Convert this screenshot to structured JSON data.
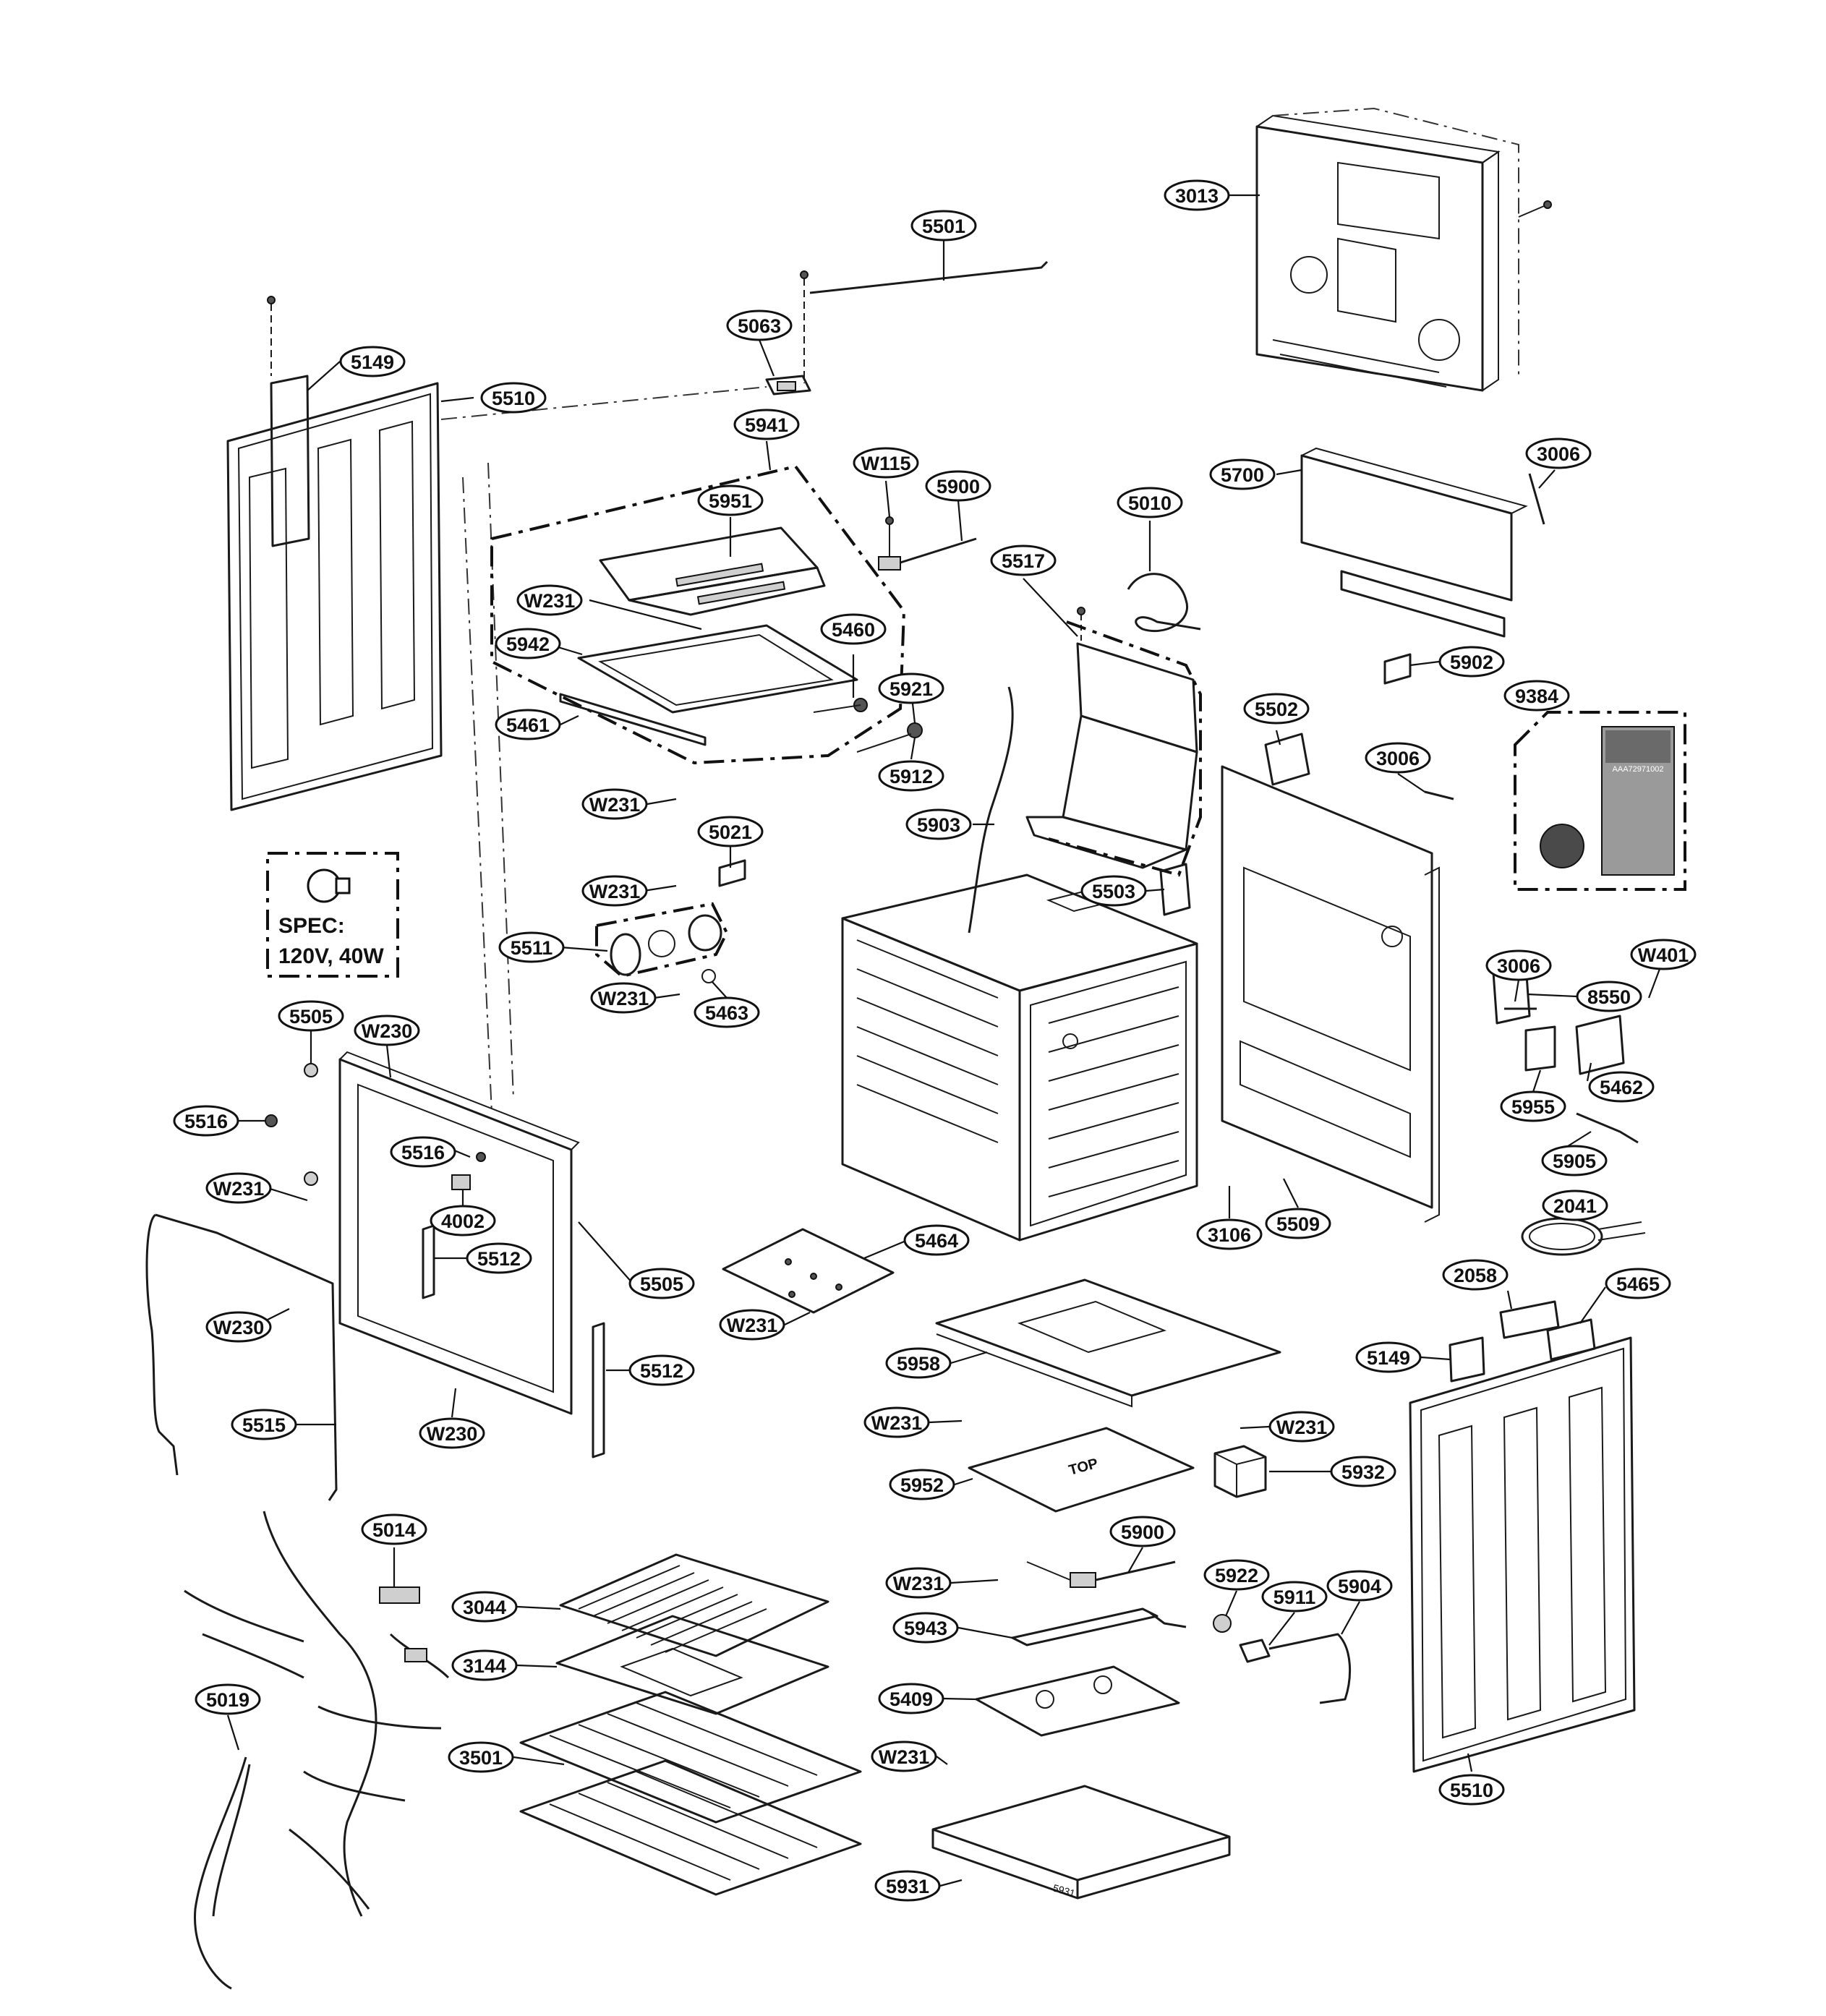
{
  "diagram": {
    "spec_box": {
      "line1": "SPEC:",
      "line2": "120V, 40W"
    },
    "bag_label": "AAA72971002",
    "pan_text": "TOP",
    "tray_text": "5931",
    "labels": [
      "3013",
      "5501",
      "5063",
      "5149",
      "5510",
      "5941",
      "W115",
      "5900",
      "5010",
      "5700",
      "3006",
      "5951",
      "W231",
      "5942",
      "5460",
      "5517",
      "5902",
      "5921",
      "9384",
      "5461",
      "5912",
      "5502",
      "3006",
      "W231",
      "5903",
      "5021",
      "W231",
      "5503",
      "5511",
      "W231",
      "5463",
      "3006",
      "W401",
      "8550",
      "5505",
      "W230",
      "5462",
      "5516",
      "5516",
      "5955",
      "4002",
      "5905",
      "W231",
      "2041",
      "3106",
      "5509",
      "5512",
      "5464",
      "2058",
      "5465",
      "5505",
      "W230",
      "W231",
      "5958",
      "5149",
      "5512",
      "W230",
      "5515",
      "W231",
      "W231",
      "5952",
      "5932",
      "5014",
      "5900",
      "W231",
      "5922",
      "5911",
      "5904",
      "3044",
      "5943",
      "3144",
      "5019",
      "5409",
      "3501",
      "W231",
      "5510",
      "5931"
    ]
  }
}
